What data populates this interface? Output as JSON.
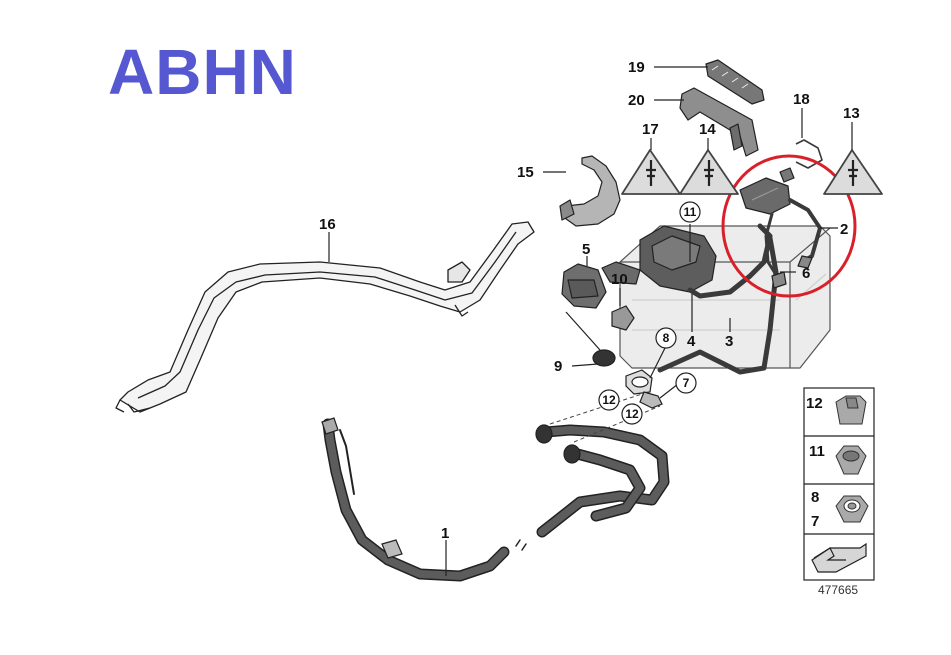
{
  "title": {
    "text": "ABHN",
    "color": "#5558d0"
  },
  "colors": {
    "highlight_circle": "#d8202a",
    "part_gray": "#6b6b6b",
    "cable_dark": "#3a3a3a",
    "battery_light": "#e6e6e6"
  },
  "callouts": {
    "c1": "1",
    "c2": "2",
    "c3": "3",
    "c4": "4",
    "c5": "5",
    "c6": "6",
    "c7": "7",
    "c8": "8",
    "c9": "9",
    "c10": "10",
    "c11": "11",
    "c12a": "12",
    "c12b": "12",
    "c13": "13",
    "c14": "14",
    "c15": "15",
    "c16": "16",
    "c17": "17",
    "c18": "18",
    "c19": "19",
    "c20": "20"
  },
  "legend": {
    "row1_label": "12",
    "row2_label": "11",
    "row3_label_top": "8",
    "row3_label_bottom": "7",
    "reference_number": "477665"
  }
}
